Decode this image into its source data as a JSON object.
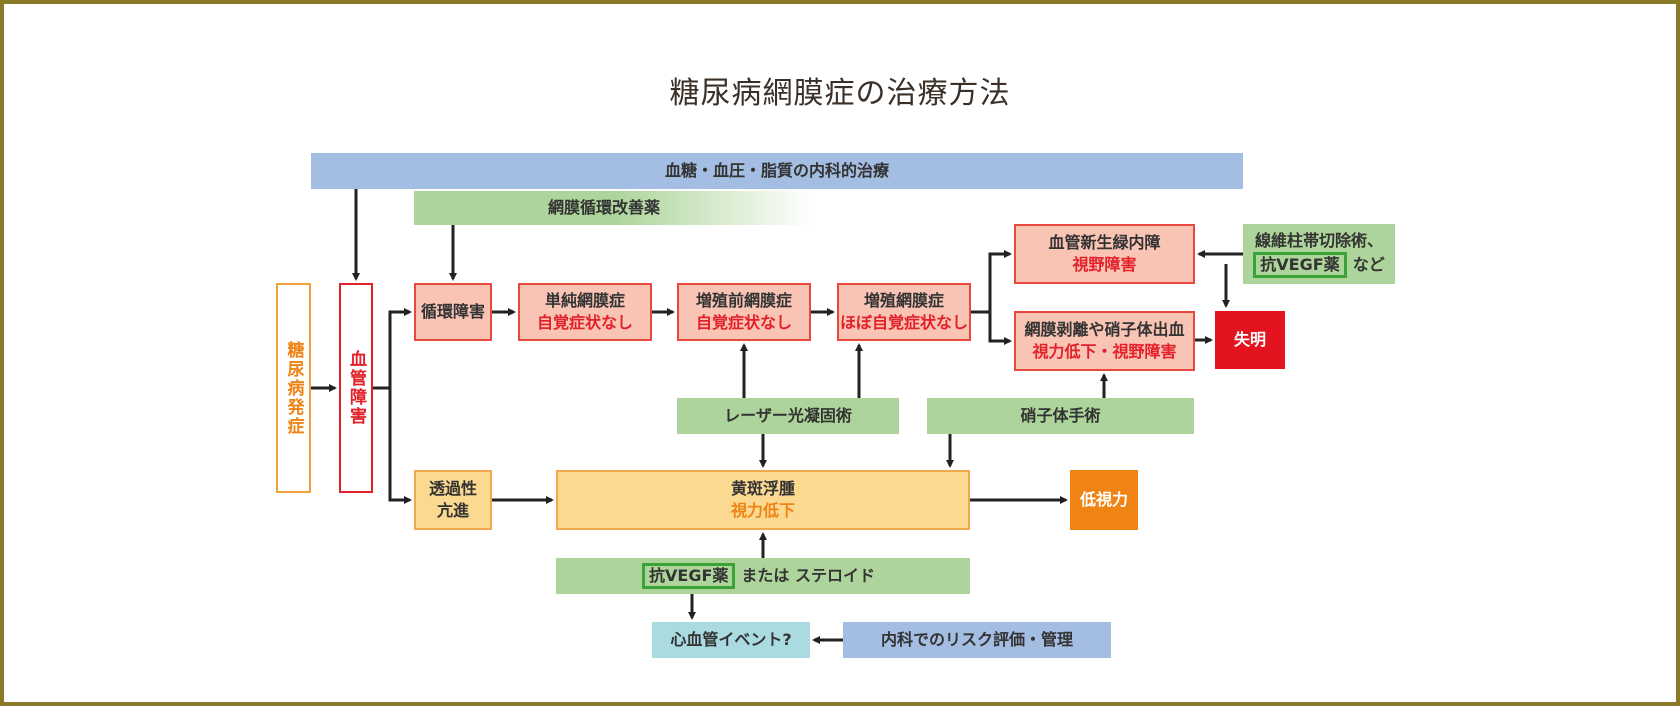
{
  "title": "糖尿病網膜症の治療方法",
  "boxes": {
    "internal_treatment": "血糖・血圧・脂質の内科的治療",
    "circulation_drug": "網膜循環改善薬",
    "diabetes_onset": "糖尿病発症",
    "vascular_damage": "血管障害",
    "circulation_disorder": "循環障害",
    "simple": {
      "line1": "単純網膜症",
      "line2": "自覚症状なし"
    },
    "preproliferative": {
      "line1": "増殖前網膜症",
      "line2": "自覚症状なし"
    },
    "proliferative": {
      "line1": "増殖網膜症",
      "line2": "ほぼ自覚症状なし"
    },
    "neovascular_glaucoma": {
      "line1": "血管新生緑内障",
      "line2": "視野障害"
    },
    "surgery": {
      "line1": "線維柱帯切除術、",
      "tag": "抗VEGF薬",
      "suffix": "など"
    },
    "retinal_detachment": {
      "line1": "網膜剥離や硝子体出血",
      "line2": "視力低下・視野障害"
    },
    "blindness": "失明",
    "laser": "レーザー光凝固術",
    "vitrectomy": "硝子体手術",
    "permeability": {
      "line1": "透過性",
      "line2": "亢進"
    },
    "macular_edema": {
      "line1": "黄斑浮腫",
      "line2": "視力低下"
    },
    "low_vision": "低視力",
    "anti_vegf": {
      "tag": "抗VEGF薬",
      "text": "または ステロイド"
    },
    "cv_event": "心血管イベント?",
    "risk": "内科でのリスク評価・管理"
  }
}
